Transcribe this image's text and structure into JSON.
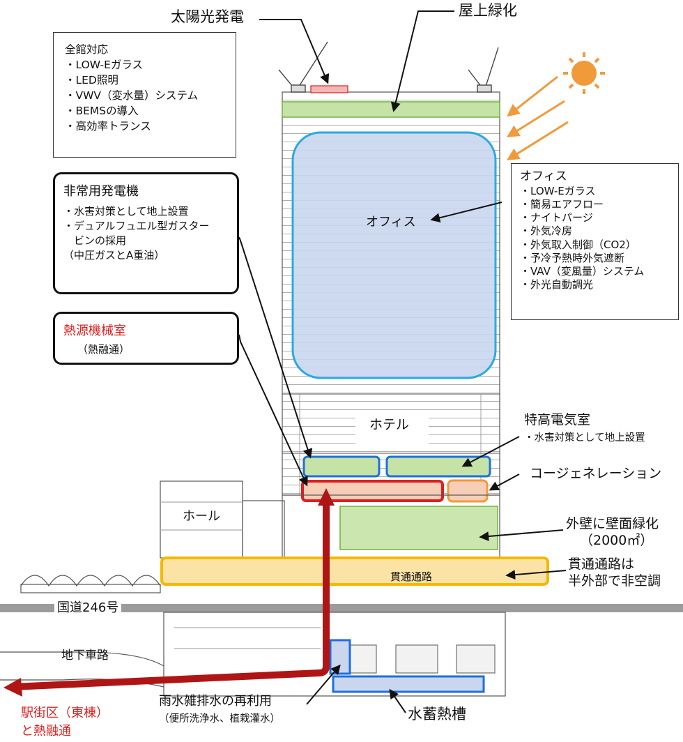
{
  "labels": {
    "solar": "太陽光発電",
    "roof_green": "屋上緑化",
    "office": "オフィス",
    "hotel": "ホテル",
    "hall": "ホール",
    "passage": "貫通通路",
    "route246": "国道246号",
    "underground_road": "地下車路",
    "tokko_title": "特高電気室",
    "tokko_note": "・水害対策として地上設置",
    "cogen": "コージェネレーション",
    "wall_green_1": "外壁に壁面緑化",
    "wall_green_2": "（2000㎡）",
    "passage_note_1": "貫通通路は",
    "passage_note_2": "半外部で非空調",
    "rain_1": "雨水雑排水の再利用",
    "rain_2": "（便所洗浄水、植栽灌水）",
    "water_tank": "水蓄熱槽",
    "station_1": "駅街区（東棟）",
    "station_2": "と熱融通"
  },
  "boxes": {
    "all_building": {
      "title": "全館対応",
      "items": [
        "・LOW-Eガラス",
        "・LED照明",
        "・VWV（変水量）システム",
        "・BEMSの導入",
        "・高効率トランス"
      ]
    },
    "generator": {
      "title": "非常用発電機",
      "items": [
        "・水害対策として地上設置",
        "・デュアルフュエル型ガスター",
        "　ビンの採用",
        "（中圧ガスとA重油）"
      ]
    },
    "heat_source": {
      "title": "熱源機械室",
      "subtitle": "（熱融通）"
    },
    "office_box": {
      "title": "オフィス",
      "items": [
        "・LOW-Eガラス",
        "・簡易エアフロー",
        "・ナイトパージ",
        "・外気冷房",
        "・外気取入制御（CO2）",
        "・予冷予熱時外気遮断",
        "・VAV（変風量）システム",
        "・外光自動調光"
      ]
    }
  },
  "colors": {
    "red": "#dd1f1f",
    "blue": "#1c6fe0",
    "orange": "#f09a3a",
    "yellow": "#f5b800",
    "green_fill": "#c5e3a6",
    "office_fill": "#c9d6ee",
    "office_stroke": "#2ca9e1"
  }
}
